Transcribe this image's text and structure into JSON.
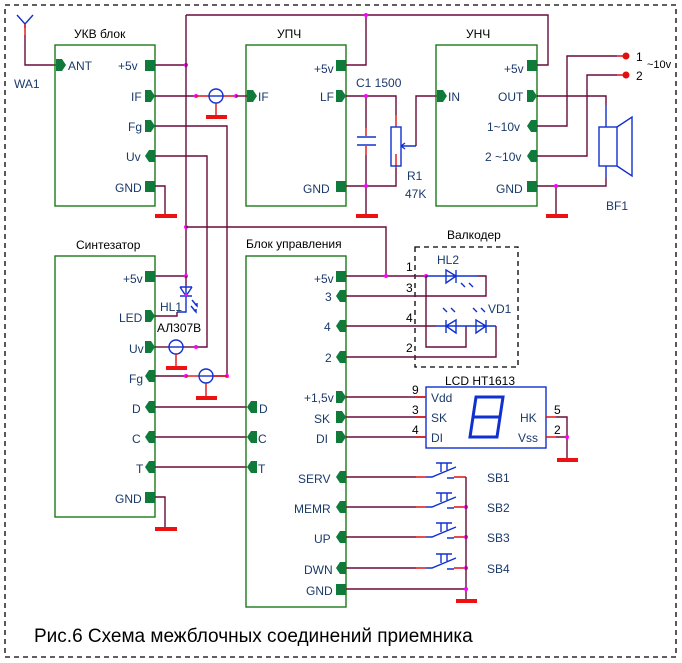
{
  "caption": "Рис.6 Схема межблочных соединений приемника",
  "antenna": {
    "label": "WA1"
  },
  "blocks": {
    "ukv": {
      "title": "УКВ блок",
      "pins": {
        "ant": "ANT",
        "p5v": "+5v",
        "if": "IF",
        "fg": "Fg",
        "uv": "Uv",
        "gnd": "GND"
      }
    },
    "upch": {
      "title": "УПЧ",
      "pins": {
        "if": "IF",
        "p5v": "+5v",
        "lf": "LF",
        "gnd": "GND"
      }
    },
    "unch": {
      "title": "УНЧ",
      "pins": {
        "in": "IN",
        "p5v": "+5v",
        "out": "OUT",
        "o1": "1~10v",
        "o2": "2 ~10v",
        "gnd": "GND"
      }
    },
    "synth": {
      "title": "Синтезатор",
      "pins": {
        "p5v": "+5v",
        "led": "LED",
        "uv": "Uv",
        "fg": "Fg",
        "d": "D",
        "c": "C",
        "t": "T",
        "gnd": "GND"
      }
    },
    "ctrl": {
      "title": "Блок управления",
      "pins": {
        "d": "D",
        "c": "C",
        "t": "T",
        "p5v": "+5v",
        "p3": "3",
        "p4": "4",
        "p2": "2",
        "p15v": "+1,5v",
        "sk": "SK",
        "di": "DI",
        "serv": "SERV",
        "memr": "MEMR",
        "up": "UP",
        "dwn": "DWN",
        "gnd": "GND"
      }
    }
  },
  "components": {
    "c1": {
      "label": "C1 1500"
    },
    "r1": {
      "ref": "R1",
      "value": "47K"
    },
    "bf1": {
      "label": "BF1"
    },
    "hl1": {
      "ref": "HL1",
      "part": "АЛ307В"
    },
    "out_terminals": {
      "t1": "1",
      "t2": "2",
      "voltage": "~10v"
    },
    "encoder": {
      "title": "Валкодер",
      "hl2": "HL2",
      "vd1": "VD1",
      "pins": [
        "1",
        "3",
        "4",
        "2"
      ]
    },
    "lcd": {
      "title": "LCD  HT1613",
      "pins": {
        "vdd": "Vdd",
        "sk": "SK",
        "di": "DI",
        "hk": "HK",
        "vss": "Vss"
      },
      "pin_numbers": {
        "vdd": "9",
        "sk": "3",
        "di": "4",
        "hk": "5",
        "vss": "2"
      }
    },
    "buttons": [
      "SB1",
      "SB2",
      "SB3",
      "SB4"
    ]
  }
}
